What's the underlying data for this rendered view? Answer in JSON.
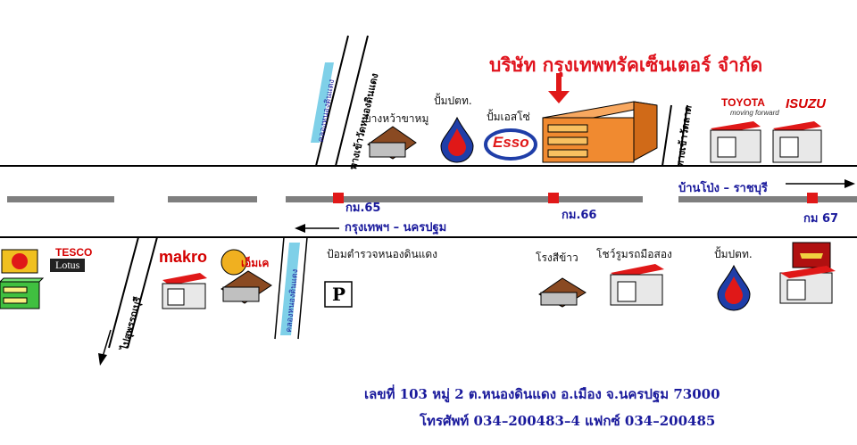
{
  "title": "บริษัท กรุงเทพทรัคเซ็นเตอร์ จำกัด",
  "landmarks": {
    "bang_wa": "บางหว้าขาหมู",
    "ptt_top": "ปั้มปตท.",
    "esso_label": "ปั้มเอสโซ่",
    "esso_logo": "Esso",
    "toyota": "TOYOTA",
    "toyota_tag": "moving forward",
    "isuzu": "ISUZU",
    "police": "ป้อมตำรวจหนองดินแดง",
    "parking": "P",
    "rice_mill": "โรงสีข้าว",
    "used_cars": "โชว์รูมรถมือสอง",
    "ptt_bottom": "ปั้มปตท.",
    "makro": "makro",
    "mk": "เอ็มเค",
    "tesco": "TESCO",
    "lotus": "Lotus"
  },
  "roads": {
    "to_nong_din_daeng": "ทางเข้าวัดหนองดินแดง",
    "to_lat": "ทางเข้าวัดลาด",
    "to_suphan": "ไปสุพรรณบุรี",
    "east_dir": "บ้านโป่ง – ราชบุรี",
    "west_dir": "กรุงเทพฯ – นครปฐม",
    "canal_top": "คลองหนองดินแดง",
    "canal_bottom": "คลองหนองดินแดง"
  },
  "km": {
    "k65": "กม.65",
    "k66": "กม.66",
    "k67": "กม 67"
  },
  "address": {
    "line1": "เลขที่ 103 หมู่ 2 ต.หนองดินแดง อ.เมือง จ.นครปฐม 73000",
    "line2": "โทรศัพท์ 034–200483–4 แฟกซ์ 034–200485"
  },
  "colors": {
    "title_red": "#e0141e",
    "road_gray": "#7f7f7f",
    "label_blue": "#1a1a9c",
    "building_orange": "#f08a30",
    "roof_red": "#e01818",
    "ptt_blue": "#1f3ea8",
    "canal_blue": "#7fd0e8"
  }
}
